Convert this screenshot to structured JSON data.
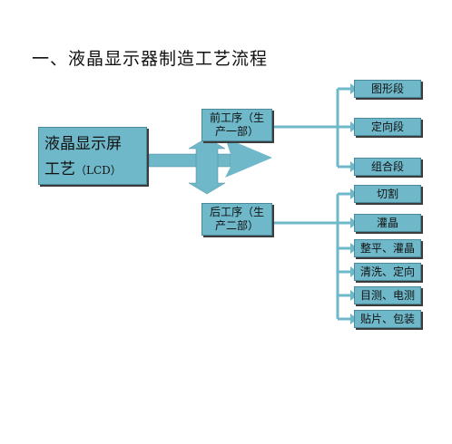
{
  "title": "一、液晶显示器制造工艺流程",
  "main": {
    "line1": "液晶显示屏",
    "line2": "工艺",
    "suffix": "（LCD）"
  },
  "front": {
    "line1": "前工序（生",
    "line2": "产一部）"
  },
  "back": {
    "line1": "后工序（生",
    "line2": "产二部）"
  },
  "front_items": [
    "图形段",
    "定向段",
    "组合段"
  ],
  "back_items": [
    "切割",
    "灌晶",
    "整平、灌晶",
    "清洗、定向",
    "目测、电测",
    "贴片、包装"
  ],
  "colors": {
    "box_fill": "#6fb8c9",
    "box_border": "#4d8a99",
    "arrow": "#6fb8c9"
  }
}
